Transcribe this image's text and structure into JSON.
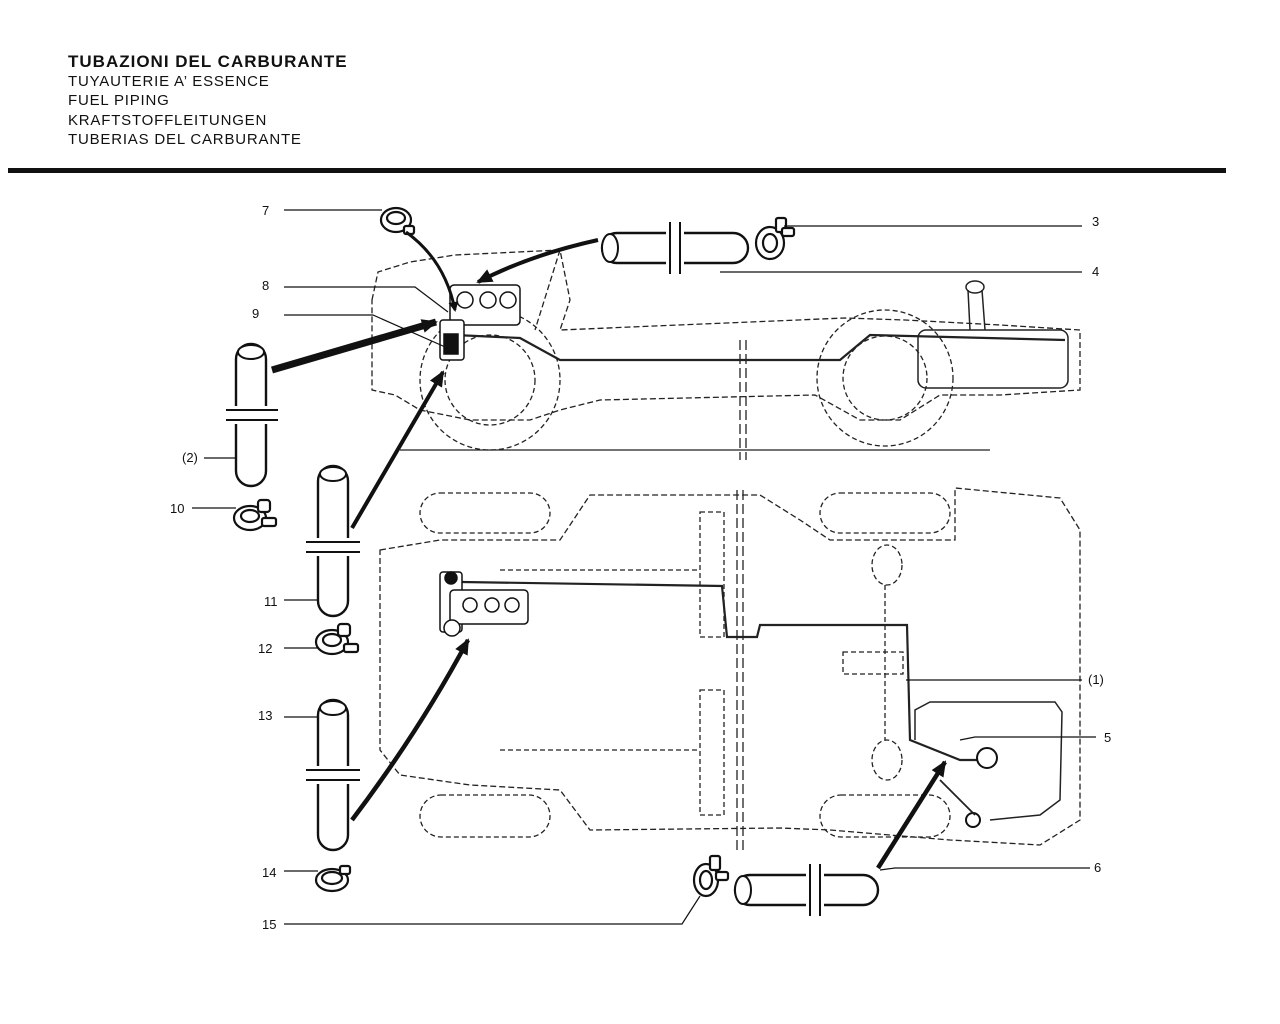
{
  "header": {
    "title_it": "TUBAZIONI DEL CARBURANTE",
    "title_fr": "TUYAUTERIE A’ ESSENCE",
    "title_en": "FUEL PIPING",
    "title_de": "KRAFTSTOFFLEITUNGEN",
    "title_es": "TUBERIAS DEL CARBURANTE"
  },
  "callouts": {
    "c1": "(1)",
    "c2": "(2)",
    "c3": "3",
    "c4": "4",
    "c5": "5",
    "c6": "6",
    "c7": "7",
    "c8": "8",
    "c9": "9",
    "c10": "10",
    "c11": "11",
    "c12": "12",
    "c13": "13",
    "c14": "14",
    "c15": "15"
  }
}
